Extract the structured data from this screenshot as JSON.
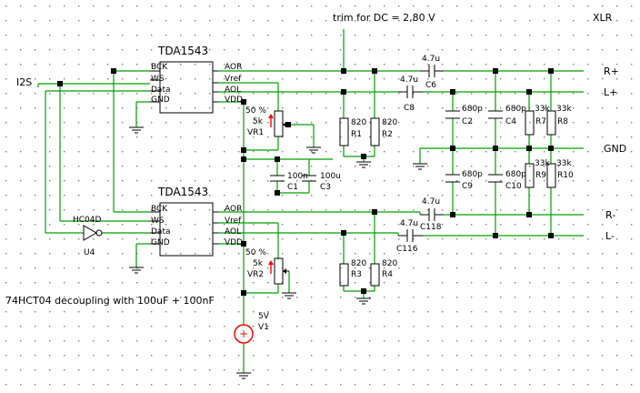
{
  "annotations": {
    "trim_note": "trim for DC = 2,80 V",
    "connector": "XLR",
    "input": "I2S",
    "decoupling_note": "74HCT04 decoupling with 100uF + 100nF"
  },
  "outputs": {
    "r_plus": "R+",
    "l_plus": "L+",
    "gnd": "GND",
    "r_minus": "R-",
    "l_minus": "L-"
  },
  "chip_top": {
    "name": "TDA1543",
    "pins_left": [
      "BCK",
      "WS",
      "Data",
      "GND"
    ],
    "pins_right": [
      "AOR",
      "Vref",
      "AOL",
      "VDD"
    ]
  },
  "chip_bottom": {
    "name": "TDA1543",
    "pins_left": [
      "BCK",
      "WS",
      "Data",
      "GND"
    ],
    "pins_right": [
      "AOR",
      "Vref",
      "AOL",
      "VDD"
    ]
  },
  "inverter": {
    "type": "HC04D",
    "ref": "U4"
  },
  "trimmer_top": {
    "percent": "50 %",
    "value": "5k",
    "ref": "VR1"
  },
  "trimmer_bottom": {
    "percent": "50 %",
    "value": "5k",
    "ref": "VR2"
  },
  "caps_decoupling": {
    "c1_value": "100n",
    "c1_ref": "C1",
    "c3_value": "100u",
    "c3_ref": "C3"
  },
  "resistors_top": {
    "r1_value": "820",
    "r1_ref": "R1",
    "r2_value": "820",
    "r2_ref": "R2"
  },
  "resistors_bottom": {
    "r3_value": "820",
    "r3_ref": "R3",
    "r4_value": "820",
    "r4_ref": "R4"
  },
  "coupling_caps": {
    "c6_value": "4.7u",
    "c6_ref": "C6",
    "c8_value": "4.7u",
    "c8_ref": "C8",
    "c118_value": "4.7u",
    "c118_ref": "C118",
    "c116_value": "4.7u",
    "c116_ref": "C116"
  },
  "filter_caps": {
    "c2_value": "680p",
    "c2_ref": "C2",
    "c4_value": "680p",
    "c4_ref": "C4",
    "c9_value": "680p",
    "c9_ref": "C9",
    "c10_value": "680p",
    "c10_ref": "C10"
  },
  "load_resistors": {
    "r7_value": "33k",
    "r7_ref": "R7",
    "r8_value": "33k",
    "r8_ref": "R8",
    "r9_value": "33k",
    "r9_ref": "R9",
    "r10_value": "33k",
    "r10_ref": "R10"
  },
  "supply": {
    "voltage": "5V",
    "ref": "V1"
  }
}
